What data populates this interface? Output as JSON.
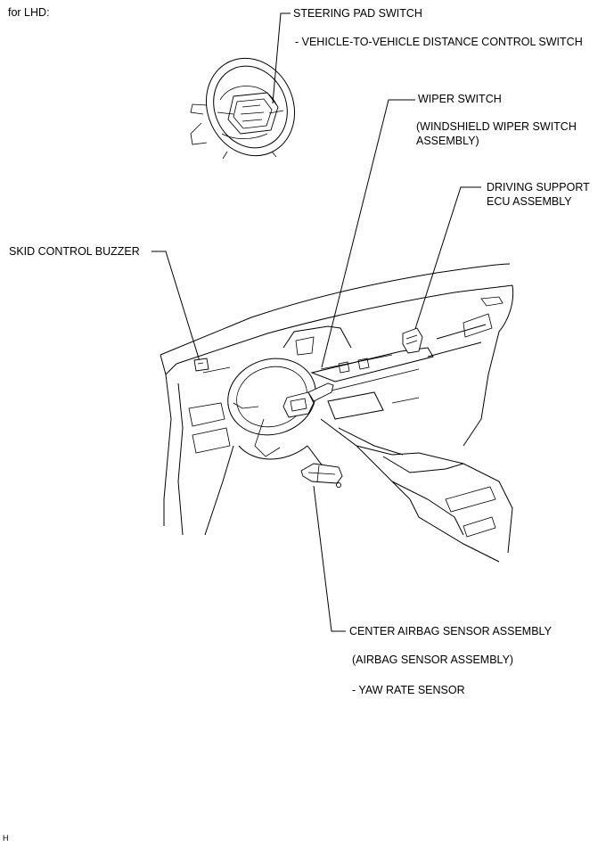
{
  "variant_label": "for LHD:",
  "steering_pad_switch": {
    "title": "STEERING PAD SWITCH",
    "sub": "- VEHICLE-TO-VEHICLE DISTANCE CONTROL SWITCH"
  },
  "wiper_switch": {
    "title": "WIPER SWITCH",
    "sub_line1": "(WINDSHIELD WIPER SWITCH",
    "sub_line2": "ASSEMBLY)"
  },
  "driving_support_ecu": {
    "line1": "DRIVING SUPPORT",
    "line2": "ECU ASSEMBLY"
  },
  "skid_control_buzzer": {
    "title": "SKID CONTROL BUZZER"
  },
  "center_airbag_sensor": {
    "title": "CENTER AIRBAG SENSOR ASSEMBLY",
    "sub": "(AIRBAG SENSOR ASSEMBLY)",
    "sub2": "- YAW RATE SENSOR"
  },
  "corner_code": "H"
}
